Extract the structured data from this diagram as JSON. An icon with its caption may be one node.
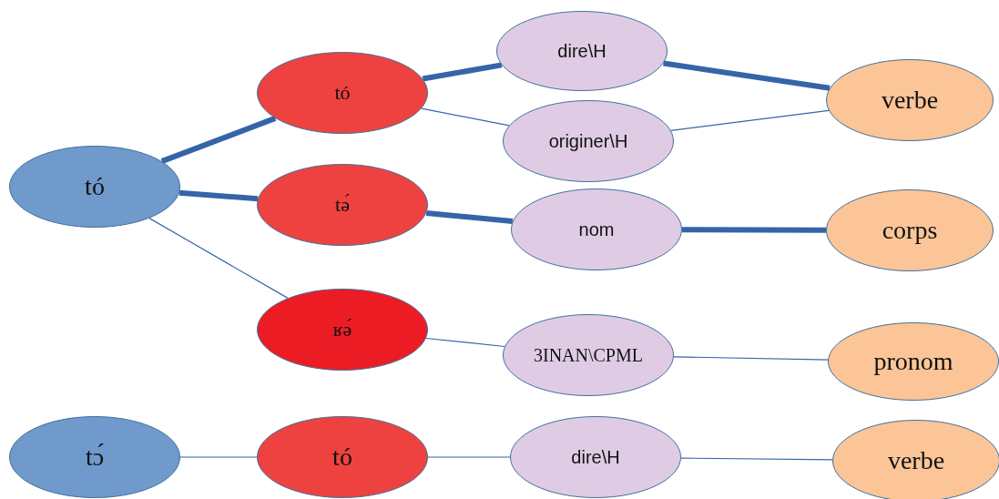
{
  "diagram": {
    "nodes": [
      {
        "text": [
          "tó"
        ]
      },
      {
        "text": [
          "tó"
        ]
      },
      {
        "text": [
          "tə́"
        ]
      },
      {
        "text": [
          "ʁə́"
        ]
      },
      {
        "text": [
          "dire\\H"
        ]
      },
      {
        "text": [
          "originer\\H"
        ]
      },
      {
        "text": [
          "nom"
        ]
      },
      {
        "text": [
          "3INAN\\CPML"
        ]
      },
      {
        "text": [
          "verbe"
        ]
      },
      {
        "text": [
          "corps"
        ]
      },
      {
        "text": [
          "pronom"
        ]
      },
      {
        "text": [
          "tɔ́"
        ]
      },
      {
        "text": [
          "tó"
        ]
      },
      {
        "text": [
          "dire\\H"
        ]
      },
      {
        "text": [
          "verbe"
        ]
      }
    ],
    "edges": [
      {
        "from": 0,
        "to": 1,
        "arrow": "none",
        "style": "thick"
      },
      {
        "from": 0,
        "to": 2,
        "arrow": "none",
        "style": "thick"
      },
      {
        "from": 0,
        "to": 3,
        "arrow": "none"
      },
      {
        "from": 1,
        "to": 4,
        "arrow": "none",
        "style": "thick"
      },
      {
        "from": 1,
        "to": 5,
        "arrow": "none"
      },
      {
        "from": 2,
        "to": 6,
        "arrow": "none",
        "style": "thick"
      },
      {
        "from": 3,
        "to": 7,
        "arrow": "none"
      },
      {
        "from": 4,
        "to": 8,
        "arrow": "none",
        "style": "thick"
      },
      {
        "from": 5,
        "to": 8,
        "arrow": "none"
      },
      {
        "from": 6,
        "to": 9,
        "arrow": "none",
        "style": "thick"
      },
      {
        "from": 7,
        "to": 10,
        "arrow": "none"
      },
      {
        "from": 11,
        "to": 12,
        "arrow": "none"
      },
      {
        "from": 12,
        "to": 13,
        "arrow": "none"
      },
      {
        "from": 13,
        "to": 14,
        "arrow": "none"
      }
    ]
  }
}
